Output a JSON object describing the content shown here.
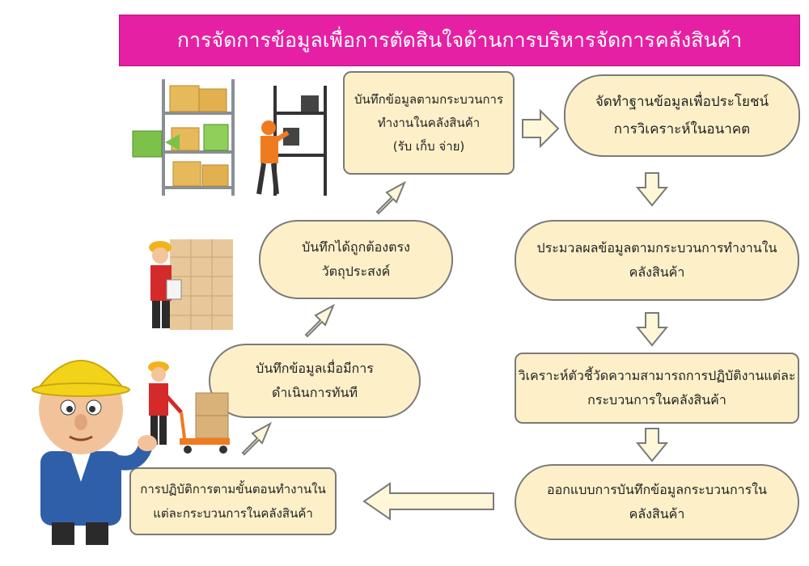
{
  "title": "การจัดการข้อมูลเพื่อการตัดสินใจด้านการบริหารจัดการคลังสินค้า",
  "steps": [
    {
      "line1": "บันทึกข้อมูลตามกระบวนการ",
      "line2": "ทำงานในคลังสินค้า",
      "line3": "(รับ  เก็บ จ่าย)"
    },
    {
      "line1": "จัดทำฐานข้อมูลเพื่อประโยชน์",
      "line2": "การวิเคราะห์ในอนาคต"
    },
    {
      "line1": "ประมวลผลข้อมูลตามกระบวนการทำงานใน",
      "line2": "คลังสินค้า"
    },
    {
      "line1": "วิเคราะห์ตัวชี้วัดความสามารถการปฏิบัติงานแต่ละ",
      "line2": "กระบวนการในคลังสินค้า"
    },
    {
      "line1": "ออกแบบการบันทึกข้อมูลกระบวนการใน",
      "line2": "คลังสินค้า"
    },
    {
      "line1": "การปฏิบัติการตามขั้นตอนทำงานใน",
      "line2": "แต่ละกระบวนการในคลังสินค้า"
    },
    {
      "line1": "บันทึกข้อมูลเมื่อมีการ",
      "line2": "ดำเนินการทันที"
    },
    {
      "line1": "บันทึกได้ถูกต้องตรง",
      "line2": "วัตถุประสงค์"
    }
  ]
}
